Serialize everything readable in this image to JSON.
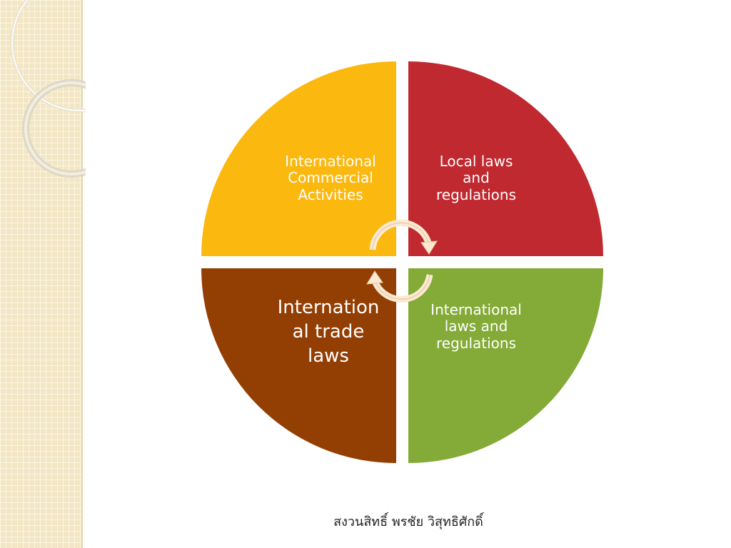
{
  "colors": {
    "top_left": "#fbb80f",
    "top_right": "#c0292f",
    "bottom_left": "#933f04",
    "bottom_right": "#84aa37",
    "arrow": "#fbe9d2",
    "side_band": "#f3e6c4"
  },
  "quadrants": {
    "top_left": "International\nCommercial\nActivities",
    "top_right": "Local laws\nand\nregulations",
    "bottom_left": "Internation\nal trade\nlaws",
    "bottom_right": "International\nlaws and\nregulations"
  },
  "footer": "สงวนสิทธิ์ พรชัย วิสุทธิศักดิ์"
}
